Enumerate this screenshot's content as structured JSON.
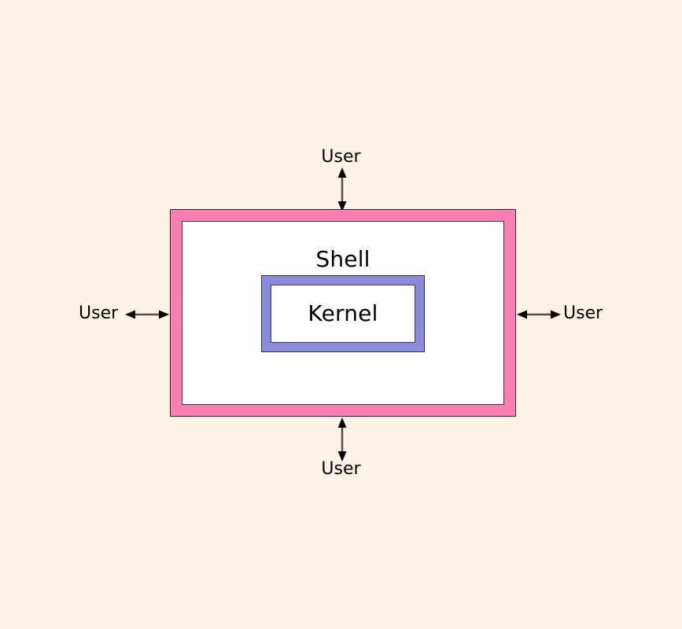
{
  "diagram": {
    "title": "Shell and Kernel architecture diagram",
    "background_color": "#FDF2E6",
    "shell": {
      "label": "Shell",
      "band_color": "#FA7FB0",
      "fill_color": "#FFFFFF",
      "outline_color": "#3a2430"
    },
    "kernel": {
      "label": "Kernel",
      "band_color": "#8A8ADE",
      "fill_color": "#FFFFFF",
      "outline_color": "#33334d"
    },
    "arrows": {
      "color": "#5a4a42",
      "head_color": "#000000",
      "style": "double-headed",
      "count": 4
    },
    "users": {
      "top": "User",
      "bottom": "User",
      "left": "User",
      "right": "User"
    }
  }
}
